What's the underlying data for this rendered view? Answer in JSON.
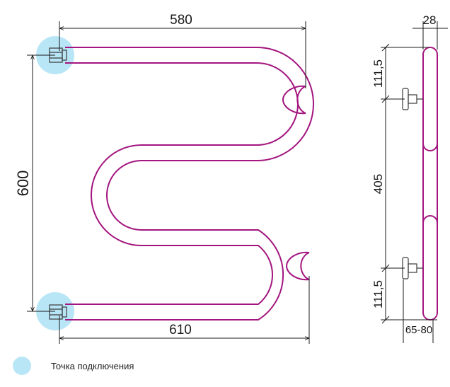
{
  "colors": {
    "pipe": "#a3157f",
    "connection_point": "#b9e6f6",
    "dimension_line": "#1a1a1a",
    "fitting": "#3a3a3a"
  },
  "icons": {
    "connection_point": "connection-point-icon",
    "fitting": "pipe-fitting-icon"
  },
  "front_view": {
    "width_top": "580",
    "width_bottom": "610",
    "height": "600"
  },
  "side_view": {
    "depth": "28",
    "top_offset": "111,5",
    "bracket_spacing": "405",
    "bottom_offset": "111,5",
    "wall_distance": "65-80"
  },
  "legend": {
    "label": "Точка подключения"
  }
}
